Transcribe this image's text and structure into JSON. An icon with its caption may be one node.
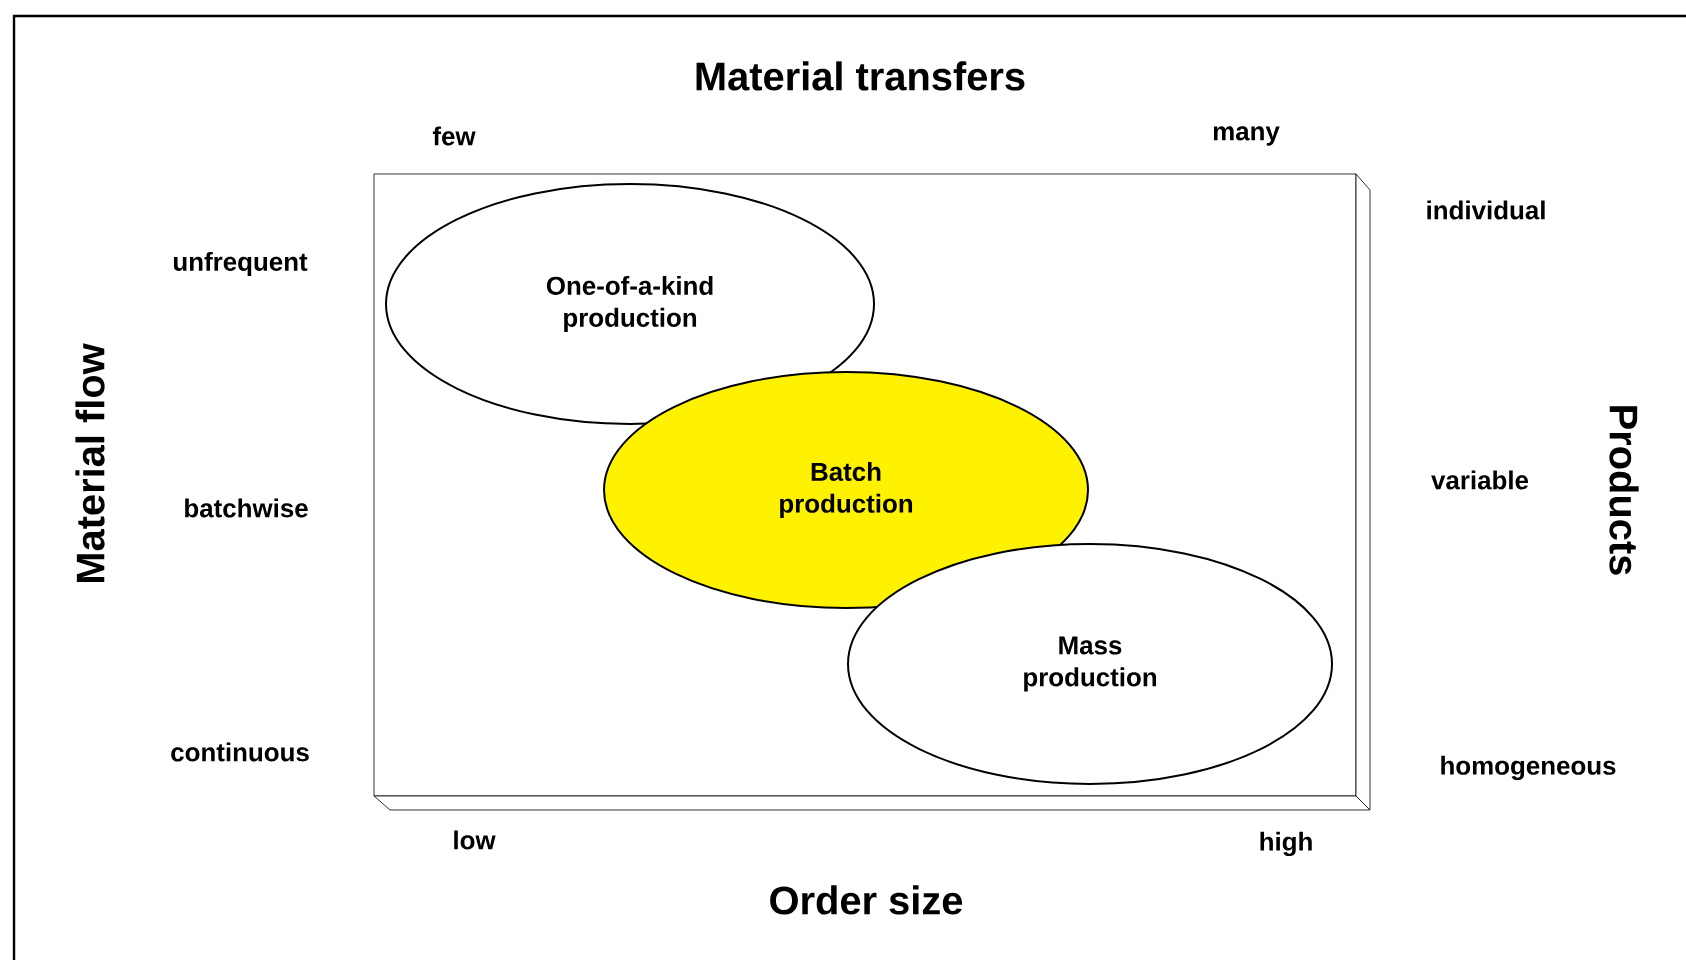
{
  "diagram": {
    "nodes": [
      {
        "text": [],
        "shape": "box"
      },
      {
        "text": [
          "One-of-a-kind production"
        ],
        "in": 0
      },
      {
        "text": [
          "Batch production"
        ],
        "in": 0
      },
      {
        "text": [
          "Mass production"
        ],
        "in": 0
      }
    ],
    "labels": [
      "Material transfers",
      "few",
      "many",
      "Material flow",
      "unfrequent",
      "batchwise",
      "continuous",
      "individual",
      "variable",
      "homogeneous",
      "Products",
      "low",
      "high",
      "Order size"
    ]
  }
}
